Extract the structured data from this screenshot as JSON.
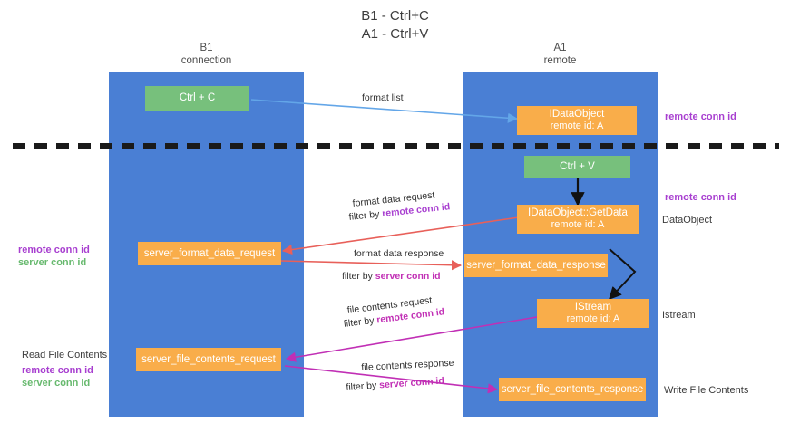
{
  "title": {
    "line1": "B1 - Ctrl+C",
    "line2": "A1 - Ctrl+V"
  },
  "lanes": [
    {
      "id": "b1",
      "title": "B1",
      "subtitle": "connection",
      "color": "#4a7fd4"
    },
    {
      "id": "a1",
      "title": "A1",
      "subtitle": "remote",
      "color": "#4a7fd4"
    }
  ],
  "colors": {
    "lane": "#4a7fd4",
    "green_node": "#77c07c",
    "orange_node": "#f9ad4a",
    "purple_text": "#a83fd0",
    "green_text": "#67b96e",
    "magenta_text": "#c12fb5",
    "blue_arrow": "#63a6e8",
    "red_arrow": "#e8605a",
    "magenta_arrow": "#c12fb5",
    "black_arrow": "#000000",
    "divider": "#1a1a1a"
  },
  "nodes": {
    "ctrl_c": {
      "line1": "Ctrl + C",
      "line2": ""
    },
    "idataobject_top": {
      "line1": "IDataObject",
      "line2": "remote id: A"
    },
    "ctrl_v": {
      "line1": "Ctrl + V",
      "line2": ""
    },
    "getdata": {
      "line1": "IDataObject::GetData",
      "line2": "remote id: A"
    },
    "server_format_data_request": {
      "line1": "server_format_data_request",
      "line2": ""
    },
    "server_format_data_response": {
      "line1": "server_format_data_response",
      "line2": ""
    },
    "istream": {
      "line1": "IStream",
      "line2": "remote id: A"
    },
    "server_file_contents_request": {
      "line1": "server_file_contents_request",
      "line2": ""
    },
    "server_file_contents_response": {
      "line1": "server_file_contents_response",
      "line2": ""
    }
  },
  "edge_labels": {
    "format_list": "format list",
    "format_data_request": "format data request",
    "format_data_request_filter_prefix": "filter by ",
    "format_data_request_filter_key": "remote conn id",
    "format_data_response": "format data response",
    "format_data_response_filter_prefix": "filter by ",
    "format_data_response_filter_key": "server conn id",
    "file_contents_request": "file contents request",
    "file_contents_request_filter_prefix": "filter by ",
    "file_contents_request_filter_key": "remote conn id",
    "file_contents_response": "file contents response",
    "file_contents_response_filter_prefix": "filter by ",
    "file_contents_response_filter_key": "server conn id"
  },
  "annotations": {
    "right_remote_conn_id_top": "remote conn id",
    "right_remote_conn_id_mid": "remote conn id",
    "right_dataobject": "DataObject",
    "right_istream": "Istream",
    "right_write_file_contents": "Write File Contents",
    "left_remote_conn_id_mid": "remote conn id",
    "left_server_conn_id_mid": "server conn id",
    "left_read_file_contents": "Read File Contents",
    "left_remote_conn_id_bottom": "remote conn id",
    "left_server_conn_id_bottom": "server conn id"
  }
}
